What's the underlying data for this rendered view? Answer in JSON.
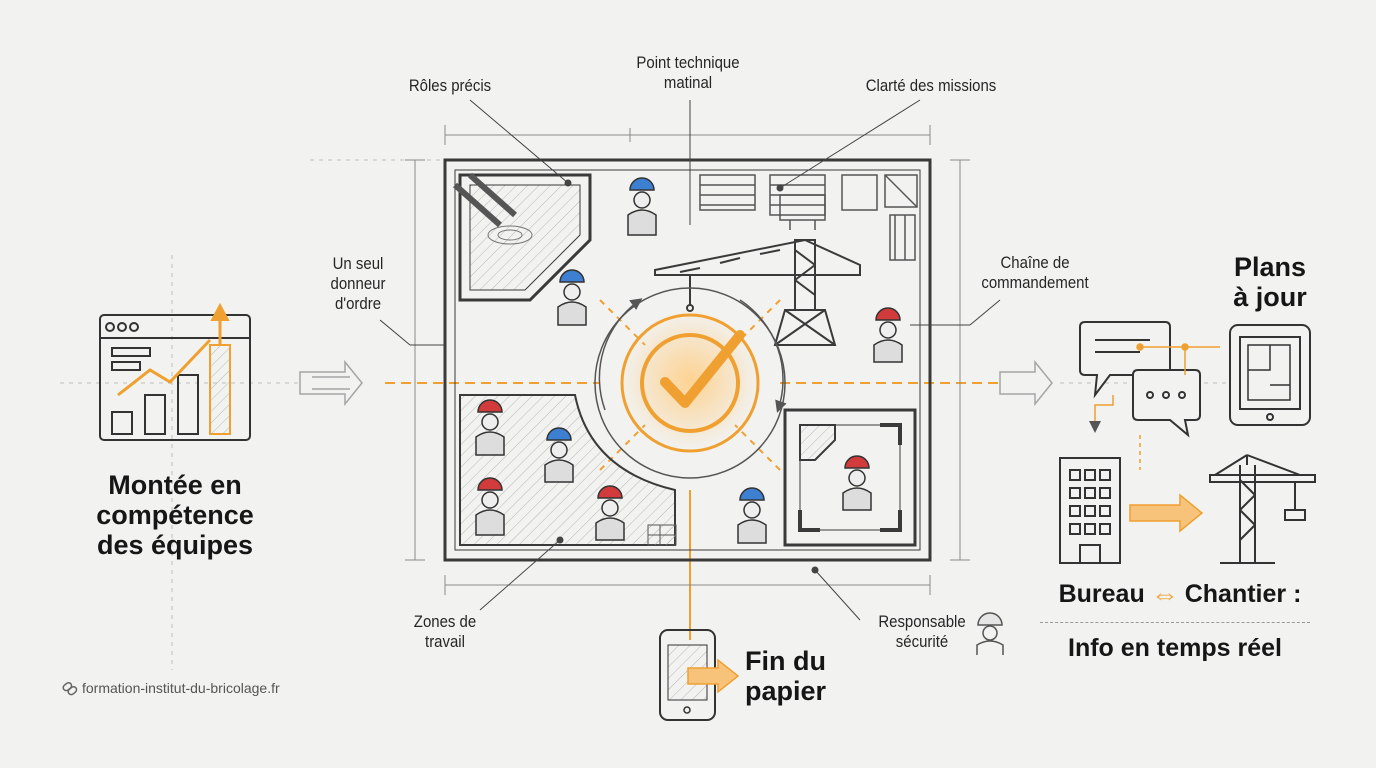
{
  "labels": {
    "roles": "Rôles précis",
    "point_line1": "Point technique",
    "point_line2": "matinal",
    "clarte": "Clarté des missions",
    "donneur_line1": "Un seul",
    "donneur_line2": "donneur",
    "donneur_line3": "d'ordre",
    "chaine_line1": "Chaîne de",
    "chaine_line2": "commandement",
    "zones_line1": "Zones de",
    "zones_line2": "travail",
    "resp_line1": "Responsable",
    "resp_line2": "sécurité"
  },
  "left_block": {
    "line1": "Montée en",
    "line2": "compétence",
    "line3": "des équipes"
  },
  "plans": {
    "line1": "Plans",
    "line2": "à jour"
  },
  "fin": {
    "line1": "Fin du",
    "line2": "papier"
  },
  "bureau": {
    "left": "Bureau",
    "arrow": "⇔",
    "right": "Chantier :"
  },
  "info": "Info en temps réel",
  "url": "formation-institut-du-bricolage.fr",
  "colors": {
    "accent": "#f0a030",
    "ink": "#3a3a3a",
    "hat_blue": "#3d7fd0",
    "hat_red": "#d23b3b"
  }
}
